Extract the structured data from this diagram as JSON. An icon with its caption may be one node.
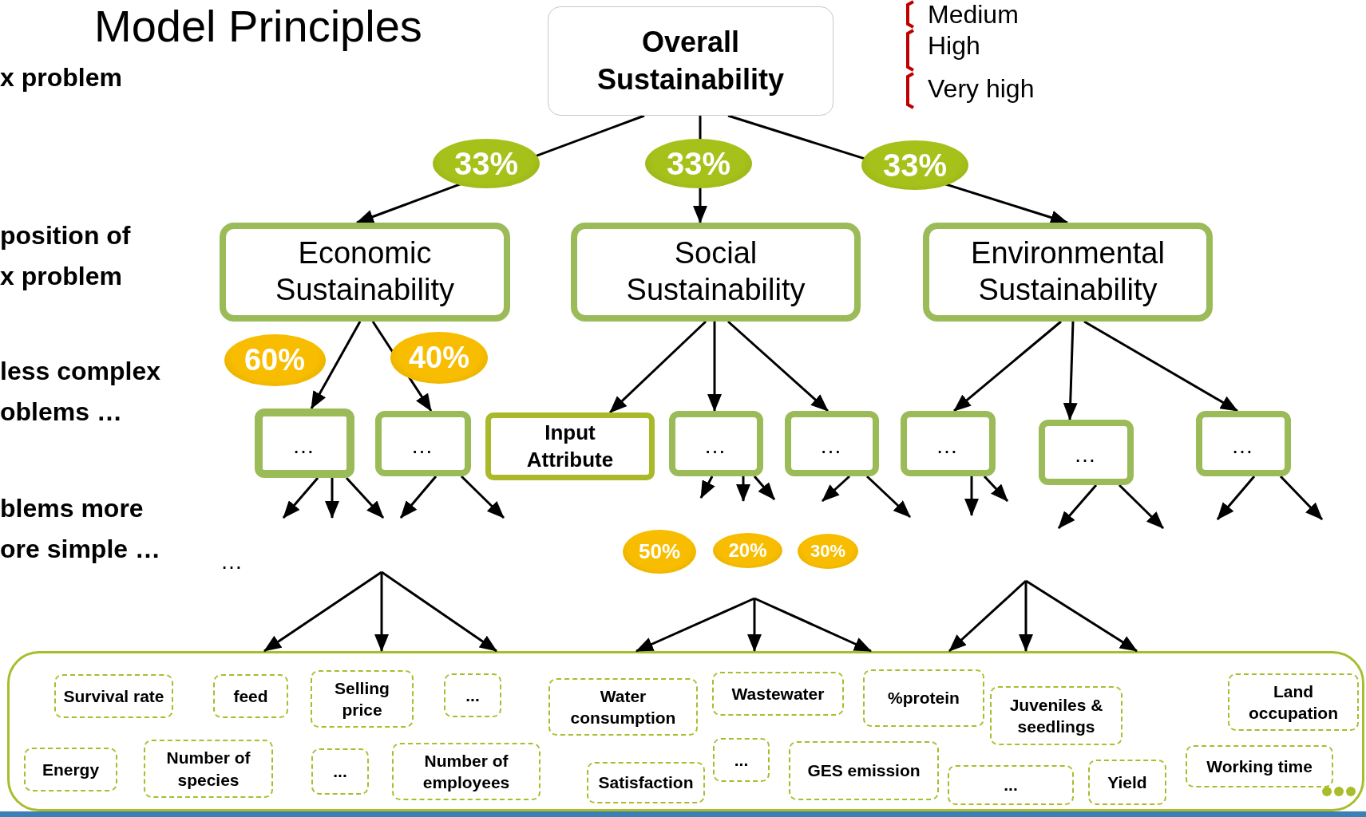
{
  "diagram": {
    "title": "Model Principles",
    "nodes": [
      {
        "text": [
          "Overall Sustainability"
        ]
      },
      {
        "text": [
          "Economic Sustainability"
        ]
      },
      {
        "text": [
          "Social Sustainability"
        ]
      },
      {
        "text": [
          "Environmental Sustainability"
        ]
      },
      {
        "text": [
          "…"
        ]
      },
      {
        "text": [
          "…"
        ]
      },
      {
        "text": [
          "Input Attribute"
        ]
      },
      {
        "text": [
          "…"
        ]
      },
      {
        "text": [
          "…"
        ]
      },
      {
        "text": [
          "…"
        ]
      },
      {
        "text": [
          "…"
        ]
      },
      {
        "text": [
          "…"
        ]
      },
      {
        "text": [
          "50%"
        ]
      },
      {
        "text": [
          "20%"
        ]
      },
      {
        "text": [
          "30%"
        ]
      },
      {
        "text": [],
        "shape": "box"
      },
      {
        "text": [
          "Survival rate"
        ],
        "in": 15
      },
      {
        "text": [
          "feed"
        ],
        "in": 15
      },
      {
        "text": [
          "Selling price"
        ],
        "in": 15
      },
      {
        "text": [
          "..."
        ],
        "in": 15
      },
      {
        "text": [
          "Water consumption"
        ],
        "in": 15
      },
      {
        "text": [
          "Wastewater"
        ],
        "in": 15
      },
      {
        "text": [
          "%protein"
        ],
        "in": 15
      },
      {
        "text": [
          "Juveniles & seedlings"
        ],
        "in": 15
      },
      {
        "text": [
          "Land occupation"
        ],
        "in": 15
      },
      {
        "text": [
          "Energy"
        ],
        "in": 15
      },
      {
        "text": [
          "Number of species"
        ],
        "in": 15
      },
      {
        "text": [
          "..."
        ],
        "in": 15
      },
      {
        "text": [
          "Number of employees"
        ],
        "in": 15
      },
      {
        "text": [
          "Satisfaction"
        ],
        "in": 15
      },
      {
        "text": [
          "..."
        ],
        "in": 15
      },
      {
        "text": [
          "GES emission"
        ],
        "in": 15
      },
      {
        "text": [
          "..."
        ],
        "in": 15
      },
      {
        "text": [
          "Yield"
        ],
        "in": 15
      },
      {
        "text": [
          "Working time"
        ],
        "in": 15
      }
    ],
    "edges": [
      {
        "from": 0,
        "to": 1,
        "arrow": "to",
        "label": "33%"
      },
      {
        "from": 0,
        "to": 2,
        "arrow": "to",
        "label": "33%"
      },
      {
        "from": 0,
        "to": 3,
        "arrow": "to",
        "label": "33%"
      },
      {
        "from": 1,
        "to": 4,
        "arrow": "to",
        "label": "60%"
      },
      {
        "from": 1,
        "to": 5,
        "arrow": "to",
        "label": "40%"
      },
      {
        "from": 2,
        "to": 6,
        "arrow": "to"
      },
      {
        "from": 2,
        "to": 7,
        "arrow": "to"
      },
      {
        "from": 2,
        "to": 8,
        "arrow": "to"
      },
      {
        "from": 3,
        "to": 9,
        "arrow": "to"
      },
      {
        "from": 3,
        "to": 10,
        "arrow": "to"
      },
      {
        "from": 3,
        "to": 11,
        "arrow": "to"
      },
      {
        "from": 4,
        "to": null,
        "arrow": "to"
      },
      {
        "from": 4,
        "to": null,
        "arrow": "to"
      },
      {
        "from": 4,
        "to": null,
        "arrow": "to"
      },
      {
        "from": 5,
        "to": null,
        "arrow": "to"
      },
      {
        "from": 5,
        "to": null,
        "arrow": "to"
      },
      {
        "from": 7,
        "to": null,
        "arrow": "to"
      },
      {
        "from": 7,
        "to": null,
        "arrow": "to"
      },
      {
        "from": 7,
        "to": null,
        "arrow": "to"
      },
      {
        "from": 8,
        "to": null,
        "arrow": "to"
      },
      {
        "from": 8,
        "to": null,
        "arrow": "to"
      },
      {
        "from": 9,
        "to": null,
        "arrow": "to"
      },
      {
        "from": 9,
        "to": null,
        "arrow": "to"
      },
      {
        "from": 10,
        "to": null,
        "arrow": "to"
      },
      {
        "from": 10,
        "to": null,
        "arrow": "to"
      },
      {
        "from": 11,
        "to": null,
        "arrow": "to"
      },
      {
        "from": 11,
        "to": null,
        "arrow": "to"
      },
      {
        "from": null,
        "to": 15,
        "arrow": "to"
      },
      {
        "from": null,
        "to": 15,
        "arrow": "to"
      },
      {
        "from": null,
        "to": 15,
        "arrow": "to"
      },
      {
        "from": null,
        "to": 15,
        "arrow": "to"
      },
      {
        "from": null,
        "to": 15,
        "arrow": "to"
      },
      {
        "from": null,
        "to": 15,
        "arrow": "to"
      },
      {
        "from": null,
        "to": 15,
        "arrow": "to"
      },
      {
        "from": null,
        "to": 15,
        "arrow": "to"
      },
      {
        "from": null,
        "to": 15,
        "arrow": "to"
      }
    ],
    "labels": [
      "Medium",
      "High",
      "Very high",
      "x problem",
      "position of x problem",
      "less complex oblems …",
      "blems more ore simple …",
      "…"
    ]
  }
}
